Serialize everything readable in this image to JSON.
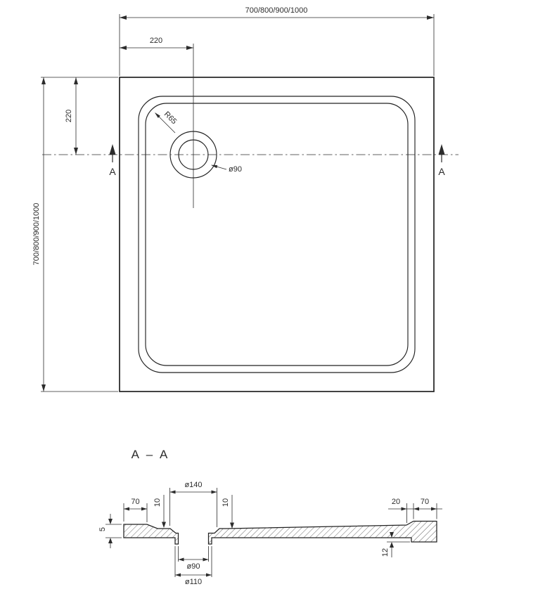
{
  "colors": {
    "ink": "#2c2c2c",
    "background": "#ffffff"
  },
  "top": {
    "dim_width": "700/800/900/1000",
    "dim_height": "700/800/900/1000",
    "dim_cx": "220",
    "dim_cy": "220",
    "radius": "R65",
    "drain": "ø90",
    "cut_a_left": "A",
    "cut_a_right": "A"
  },
  "section": {
    "title": "A – A",
    "d140": "ø140",
    "d90": "ø90",
    "d110": "ø110",
    "left_rim": "70",
    "right_step": "20",
    "right_rim": "70",
    "depth_l": "10",
    "depth_r": "10",
    "thickness": "5",
    "rim_height": "12"
  }
}
